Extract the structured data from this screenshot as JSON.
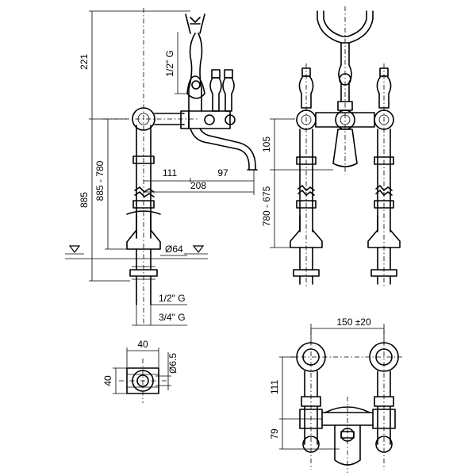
{
  "dimensions": {
    "h221": "221",
    "h885": "885",
    "h885_780": "885 - 780",
    "thread_half_top": "1/2\" G",
    "d111": "111",
    "d97": "97",
    "d208": "208",
    "d64": "Ø64",
    "thread_half": "1/2\" G",
    "thread_three_quarter": "3/4\" G",
    "h105": "105",
    "h780_675": "780 - 675",
    "w40": "40",
    "h40": "40",
    "d6_5": "Ø6.5",
    "spacing": "150 ±20",
    "h111": "111",
    "h79": "79"
  }
}
